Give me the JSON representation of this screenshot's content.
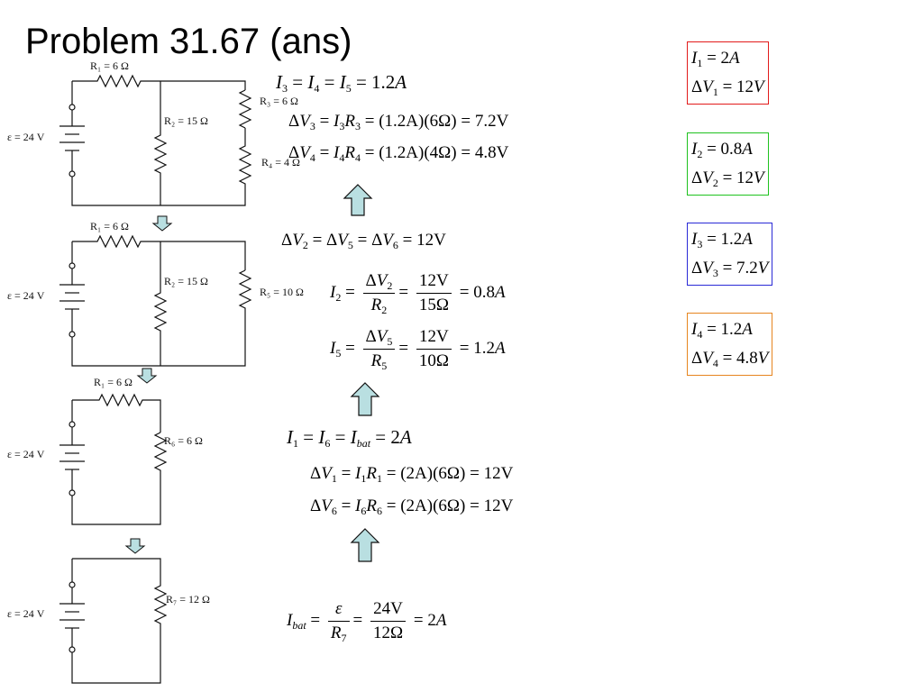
{
  "title": "Problem 31.67 (ans)",
  "colors": {
    "arrow_fill": "#b9dfe1",
    "box_red": "#e21b1b",
    "box_green": "#1fc21f",
    "box_blue": "#2a2ad6",
    "box_orange": "#e6851f"
  },
  "circuits": {
    "c1": {
      "r1": "R₁ = 6 Ω",
      "r2": "R₂ = 15 Ω",
      "r3": "R₃ = 6 Ω",
      "r4": "R₄ = 4 Ω",
      "emf": "ε = 24 V"
    },
    "c2": {
      "r1": "R₁ = 6 Ω",
      "r2": "R₂ = 15 Ω",
      "r5": "R₅ = 10 Ω",
      "emf": "ε = 24 V"
    },
    "c3": {
      "r1": "R₁ = 6 Ω",
      "r6": "R₆ = 6 Ω",
      "emf": "ε = 24 V"
    },
    "c4": {
      "r7": "R₇ = 12 Ω",
      "emf": "ε = 24 V"
    }
  },
  "equations": {
    "eq1": {
      "rhs": "1.2"
    },
    "eq2": {
      "rhs": "(1.2A)(6Ω) = 7.2V"
    },
    "eq3": {
      "rhs": "(1.2A)(4Ω) = 4.8V"
    },
    "eq4": {
      "rhs": "12V"
    },
    "eq5": {
      "num": "12V",
      "den": "15Ω",
      "rhs": "0.8"
    },
    "eq6": {
      "num": "12V",
      "den": "10Ω",
      "rhs": "1.2"
    },
    "eq7": {
      "rhs": "2"
    },
    "eq8": {
      "rhs": "(2A)(6Ω) = 12V"
    },
    "eq9": {
      "rhs": "(2A)(6Ω) = 12V"
    },
    "eq10": {
      "num": "24V",
      "den": "12Ω",
      "rhs": "2"
    }
  },
  "boxes": [
    {
      "i_label": "I",
      "i_sub": "1",
      "i_val": "2",
      "i_unit": "A",
      "v_sub": "1",
      "v_val": "12",
      "v_unit": "V"
    },
    {
      "i_label": "I",
      "i_sub": "2",
      "i_val": "0.8",
      "i_unit": "A",
      "v_sub": "2",
      "v_val": "12",
      "v_unit": "V"
    },
    {
      "i_label": "I",
      "i_sub": "3",
      "i_val": "1.2",
      "i_unit": "A",
      "v_sub": "3",
      "v_val": "7.2",
      "v_unit": "V"
    },
    {
      "i_label": "I",
      "i_sub": "4",
      "i_val": "1.2",
      "i_unit": "A",
      "v_sub": "4",
      "v_val": "4.8",
      "v_unit": "V"
    }
  ]
}
